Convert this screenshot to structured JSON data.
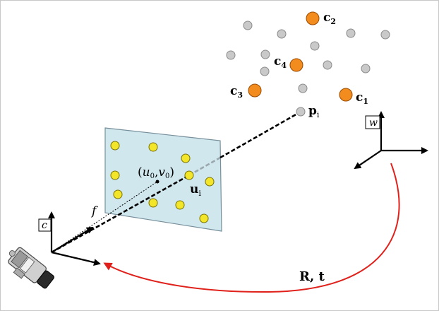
{
  "world_points": {
    "gray_fill": "#c9c9c9",
    "gray_stroke": "#8a8a8a",
    "orange_fill": "#f28c1e",
    "orange_stroke": "#9a4a00"
  },
  "control_points": {
    "c1": {
      "base": "c",
      "sub": "1"
    },
    "c2": {
      "base": "c",
      "sub": "2"
    },
    "c3": {
      "base": "c",
      "sub": "3"
    },
    "c4": {
      "base": "c",
      "sub": "4"
    }
  },
  "point_p": {
    "base": "p",
    "sub": "i"
  },
  "point_u": {
    "base": "u",
    "sub": "i"
  },
  "principal_point": {
    "open": "(",
    "u": "u",
    "u_sub": "0",
    "comma": ",",
    "v": "v",
    "v_sub": "0",
    "close": ")"
  },
  "focal_label": "f",
  "frame_world": "w",
  "frame_camera": "c",
  "transform_label": "R, t",
  "colors": {
    "image_plane": "#cfe6ee",
    "image_plane_stroke": "#6f8a96",
    "image_points": "#f2e52a",
    "transform_arrow": "#e0211b"
  }
}
